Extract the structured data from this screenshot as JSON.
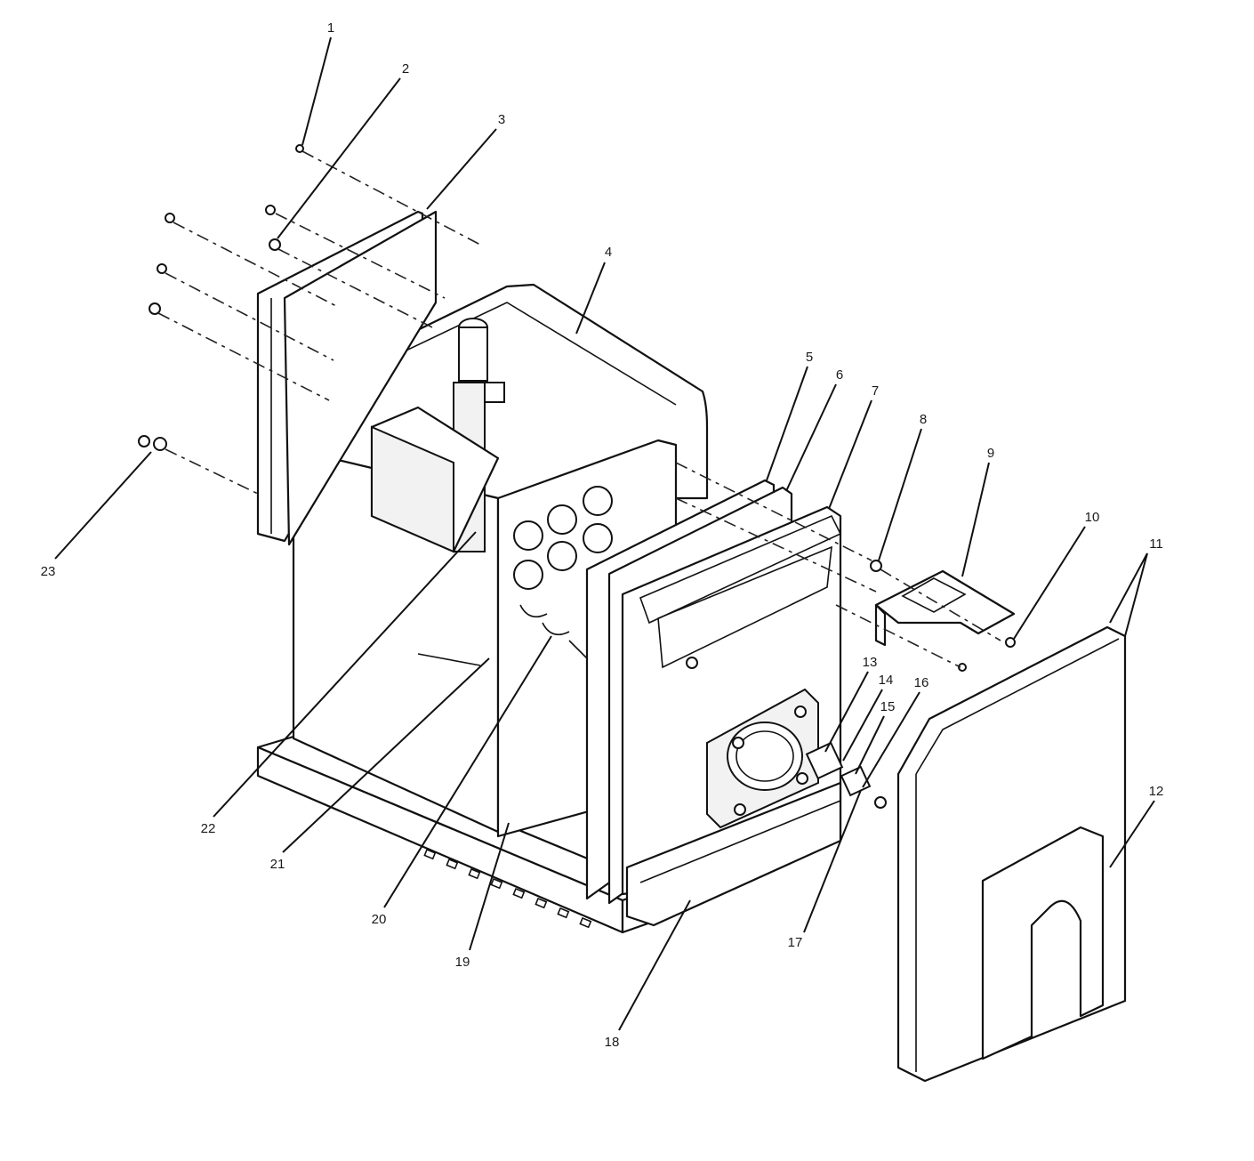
{
  "callouts": [
    {
      "number": "1"
    },
    {
      "number": "2"
    },
    {
      "number": "3"
    },
    {
      "number": "4"
    },
    {
      "number": "5"
    },
    {
      "number": "6"
    },
    {
      "number": "7"
    },
    {
      "number": "8"
    },
    {
      "number": "9"
    },
    {
      "number": "10"
    },
    {
      "number": "11"
    },
    {
      "number": "12"
    },
    {
      "number": "13"
    },
    {
      "number": "14"
    },
    {
      "number": "15"
    },
    {
      "number": "16"
    },
    {
      "number": "17"
    },
    {
      "number": "18"
    },
    {
      "number": "19"
    },
    {
      "number": "20"
    },
    {
      "number": "21"
    },
    {
      "number": "22"
    },
    {
      "number": "23"
    }
  ],
  "colors": {
    "line": "#111111",
    "background": "#ffffff"
  }
}
